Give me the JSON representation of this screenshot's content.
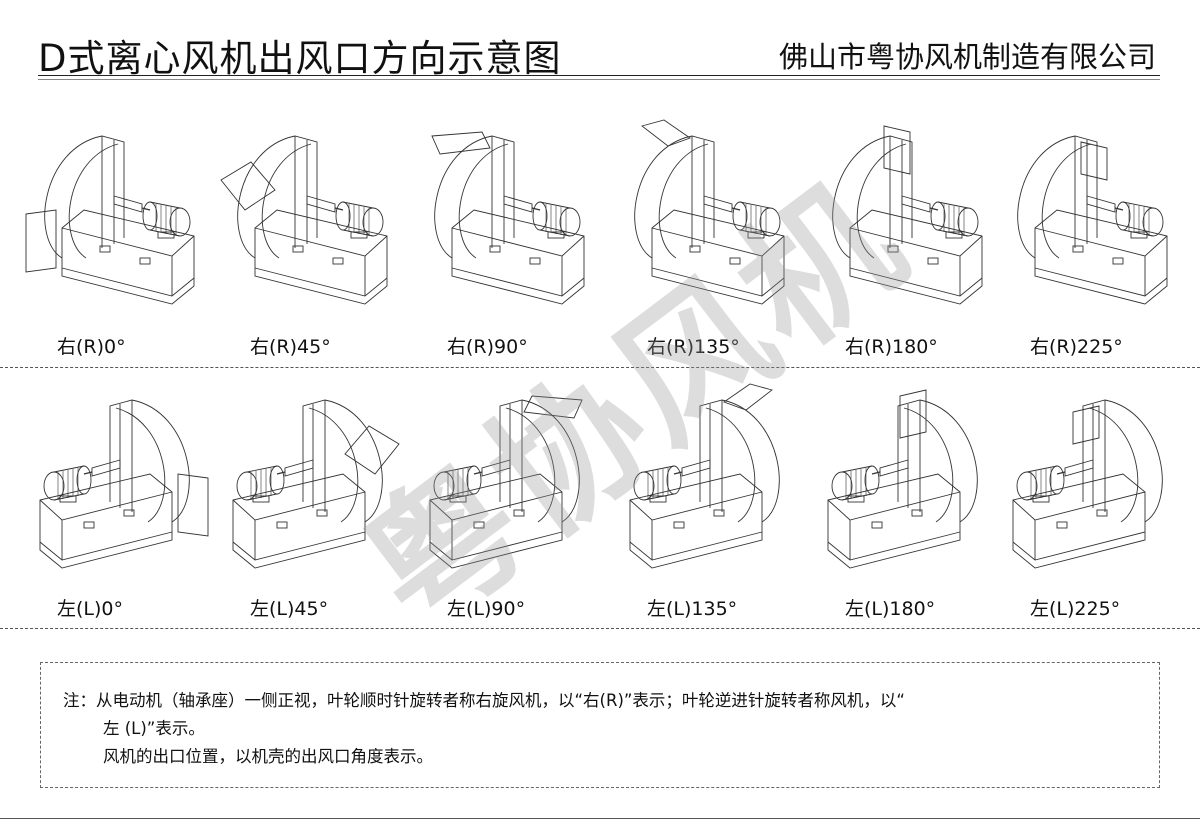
{
  "header": {
    "title": "D式离心风机出风口方向示意图",
    "company": "佛山市粤协风机制造有限公司"
  },
  "diagram": {
    "right_row": [
      {
        "label": "右(R)0°",
        "angle": 0
      },
      {
        "label": "右(R)45°",
        "angle": 45
      },
      {
        "label": "右(R)90°",
        "angle": 90
      },
      {
        "label": "右(R)135°",
        "angle": 135
      },
      {
        "label": "右(R)180°",
        "angle": 180
      },
      {
        "label": "右(R)225°",
        "angle": 225
      }
    ],
    "left_row": [
      {
        "label": "左(L)0°",
        "angle": 0
      },
      {
        "label": "左(L)45°",
        "angle": 45
      },
      {
        "label": "左(L)90°",
        "angle": 90
      },
      {
        "label": "左(L)135°",
        "angle": 135
      },
      {
        "label": "左(L)180°",
        "angle": 180
      },
      {
        "label": "左(L)225°",
        "angle": 225
      }
    ]
  },
  "notes": {
    "line1": "注：从电动机（轴承座）一侧正视，叶轮顺时针旋转者称右旋风机，以“右(R)”表示；叶轮逆进针旋转者称风机，以“",
    "line2": "左 (L)”表示。",
    "line3": "风机的出口位置，以机壳的出风口角度表示。"
  },
  "watermark": {
    "text": "粤协风机"
  }
}
